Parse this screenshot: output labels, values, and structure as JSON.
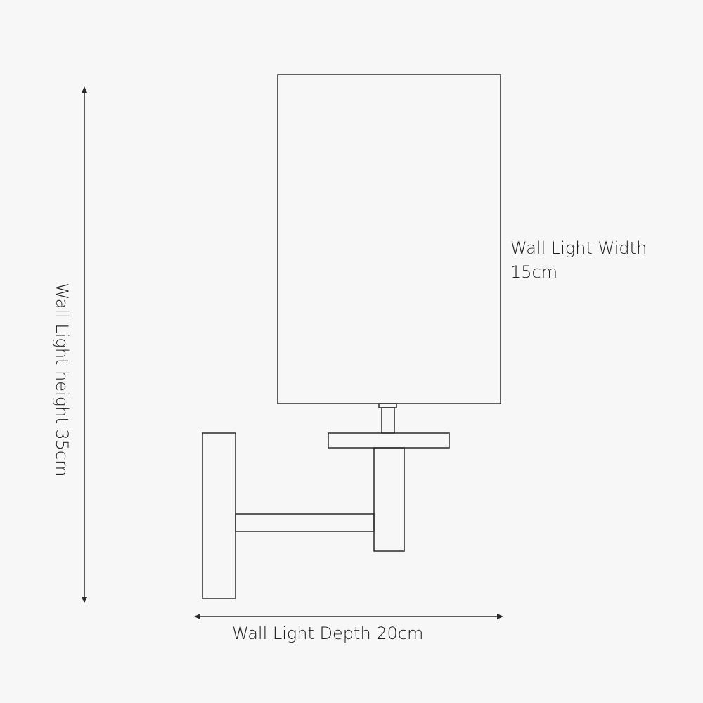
{
  "dimensions": {
    "width": {
      "title": "Wall Light Width",
      "value": "15cm"
    },
    "height": {
      "text": "Wall Light height 35cm"
    },
    "depth": {
      "text": "Wall Light Depth 20cm"
    }
  },
  "colors": {
    "background": "#f7f7f7",
    "line": "#2a2a2a"
  }
}
